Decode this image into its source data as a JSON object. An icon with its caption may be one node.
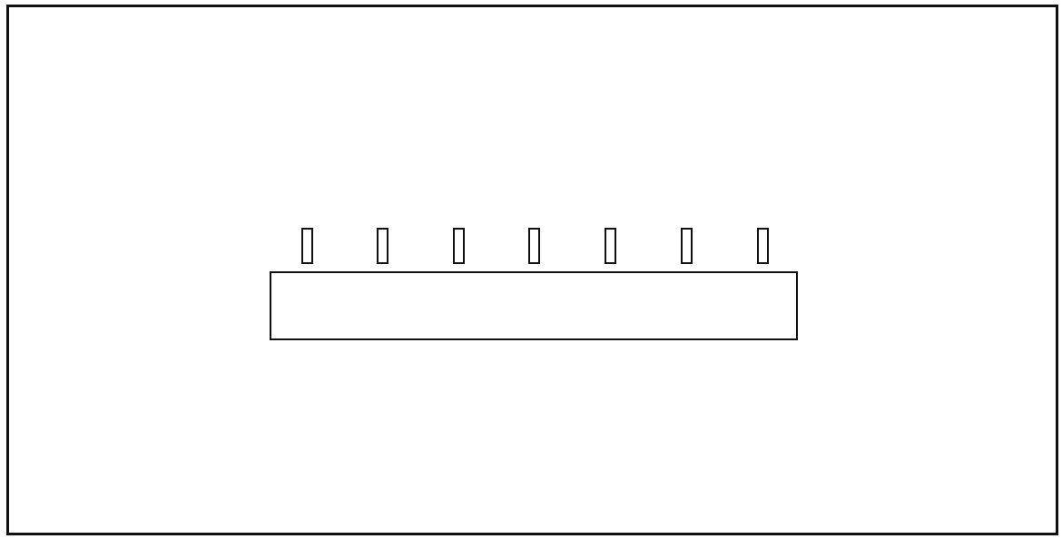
{
  "diagram": {
    "nodes": [
      {
        "text": [],
        "shape": "box"
      },
      {
        "text": [],
        "shape": "box"
      },
      {
        "text": [],
        "shape": "box"
      },
      {
        "text": [],
        "shape": "box"
      },
      {
        "text": [],
        "shape": "box"
      },
      {
        "text": [],
        "shape": "box"
      },
      {
        "text": [],
        "shape": "box"
      },
      {
        "text": [],
        "shape": "bar"
      }
    ]
  }
}
